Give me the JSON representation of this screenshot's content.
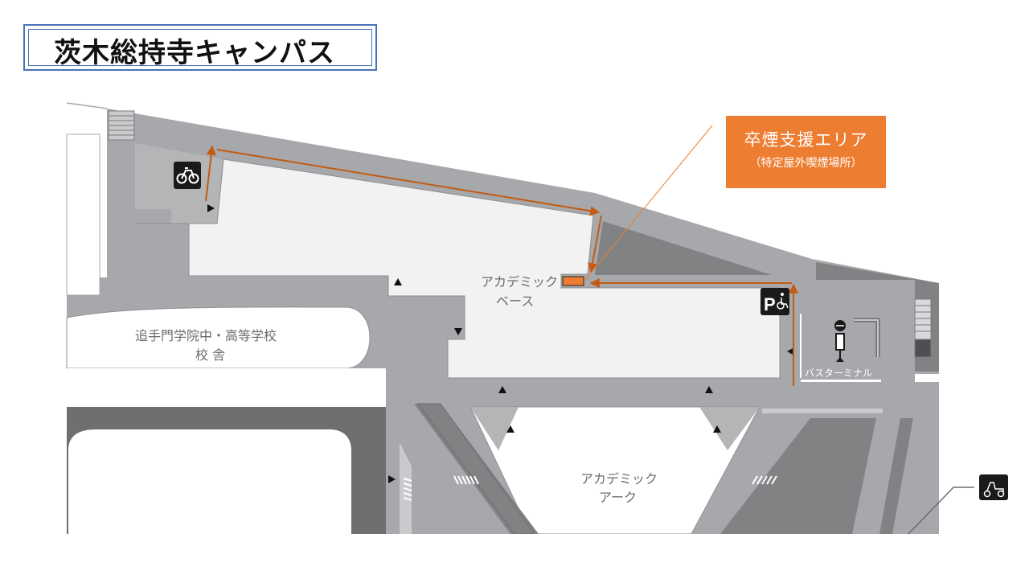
{
  "title": "茨木総持寺キャンパス",
  "callout": {
    "title": "卒煙支援エリア",
    "subtitle": "（特定屋外喫煙場所）",
    "color": "#ed7d31"
  },
  "labels": {
    "school_line1": "追手門学院中・高等学校",
    "school_line2": "校 舎",
    "academic_base_line1": "アカデミック",
    "academic_base_line2": "ベース",
    "academic_arc_line1": "アカデミック",
    "academic_arc_line2": "アーク",
    "bus_terminal": "バスターミナル"
  },
  "icons": {
    "bicycle": "bicycle-icon",
    "parking": "accessible-parking-icon",
    "bus_stop": "bus-stop-icon",
    "scooter": "scooter-icon"
  },
  "colors": {
    "road": "#a6a8ab",
    "building": "#f2f2f2",
    "dark_area": "#808284",
    "route": "#c55a11",
    "title_border": "#4a72b8"
  }
}
